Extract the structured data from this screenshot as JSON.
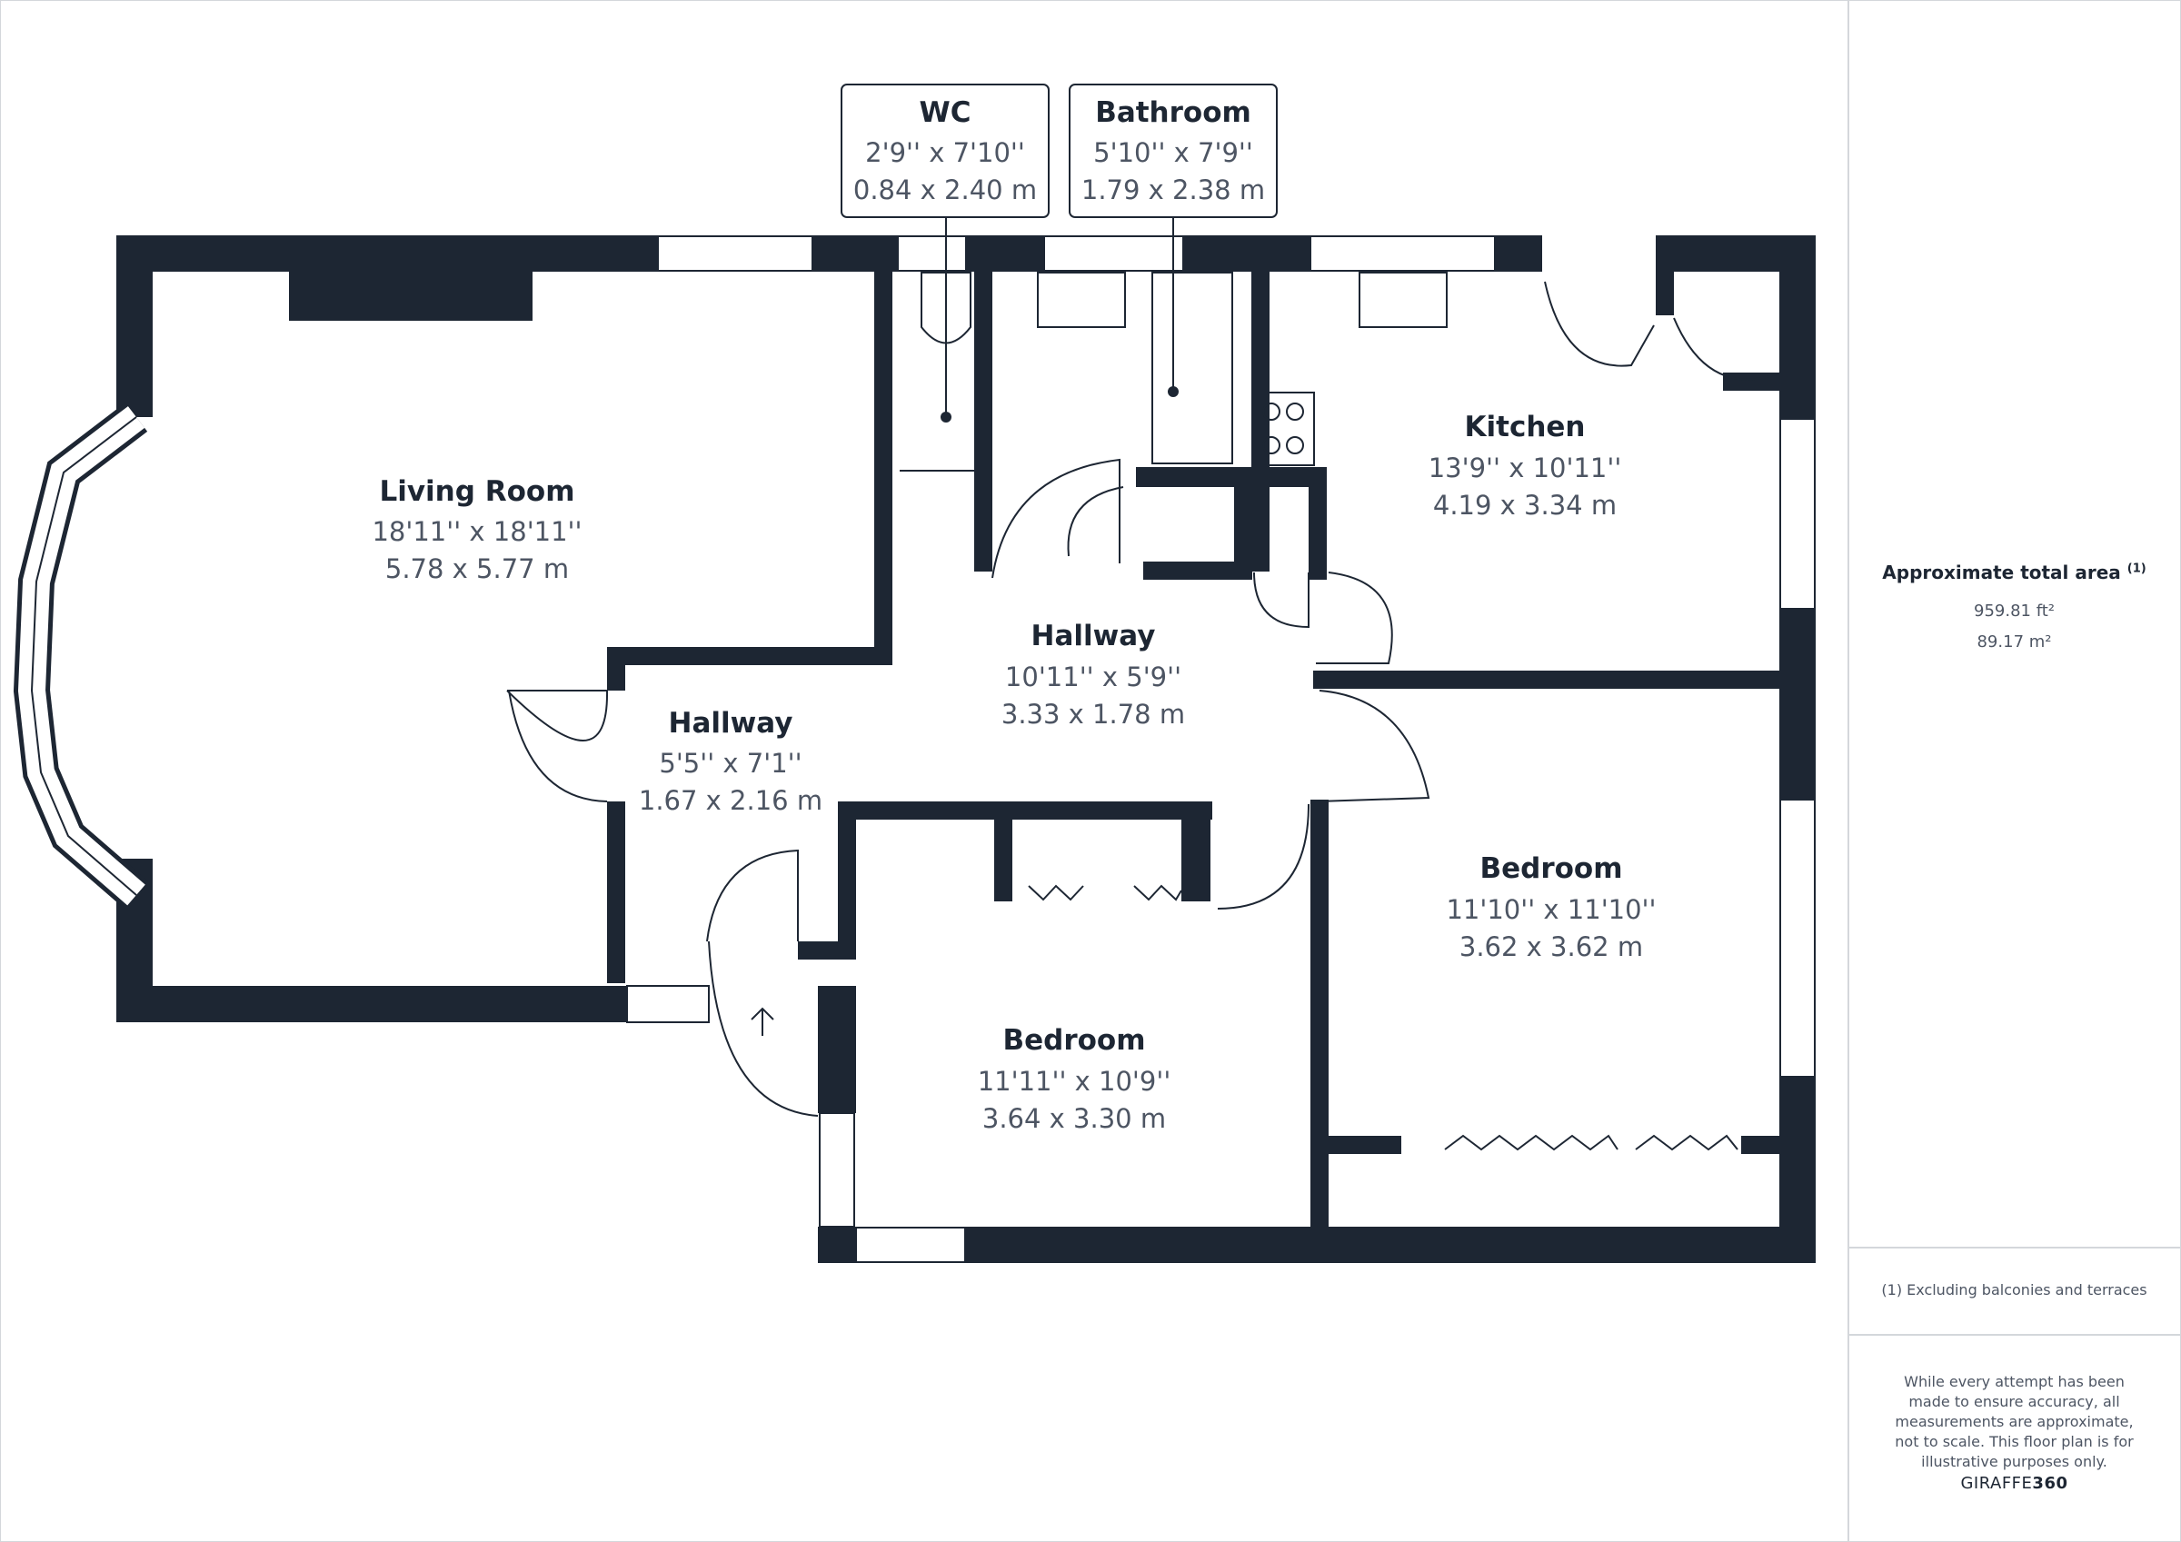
{
  "rooms": {
    "wc": {
      "name": "WC",
      "imperial": "2'9'' x 7'10''",
      "metric": "0.84 x 2.40 m"
    },
    "bathroom": {
      "name": "Bathroom",
      "imperial": "5'10'' x 7'9''",
      "metric": "1.79 x 2.38 m"
    },
    "living_room": {
      "name": "Living Room",
      "imperial": "18'11'' x 18'11''",
      "metric": "5.78 x 5.77 m"
    },
    "kitchen": {
      "name": "Kitchen",
      "imperial": "13'9'' x 10'11''",
      "metric": "4.19 x 3.34 m"
    },
    "hallway_main": {
      "name": "Hallway",
      "imperial": "10'11'' x 5'9''",
      "metric": "3.33 x 1.78 m"
    },
    "hallway_entry": {
      "name": "Hallway",
      "imperial": "5'5'' x 7'1''",
      "metric": "1.67 x 2.16 m"
    },
    "bedroom_right": {
      "name": "Bedroom",
      "imperial": "11'10'' x 11'10''",
      "metric": "3.62 x 3.62 m"
    },
    "bedroom_left": {
      "name": "Bedroom",
      "imperial": "11'11'' x 10'9''",
      "metric": "3.64 x 3.30 m"
    }
  },
  "sidebar": {
    "area_title": "Approximate total area",
    "area_note_marker": "(1)",
    "area_ft": "959.81 ft²",
    "area_m": "89.17 m²",
    "footnote": "(1) Excluding balconies and terraces",
    "disclaimer": "While every attempt has been made to ensure accuracy, all measurements are approximate, not to scale. This floor plan is for illustrative purposes only.",
    "brand_light": "GIRAFFE",
    "brand_bold": "360"
  },
  "colors": {
    "wall": "#1d2633",
    "text": "#4d5563",
    "title": "#1d2633",
    "divider": "#d4d7db"
  }
}
